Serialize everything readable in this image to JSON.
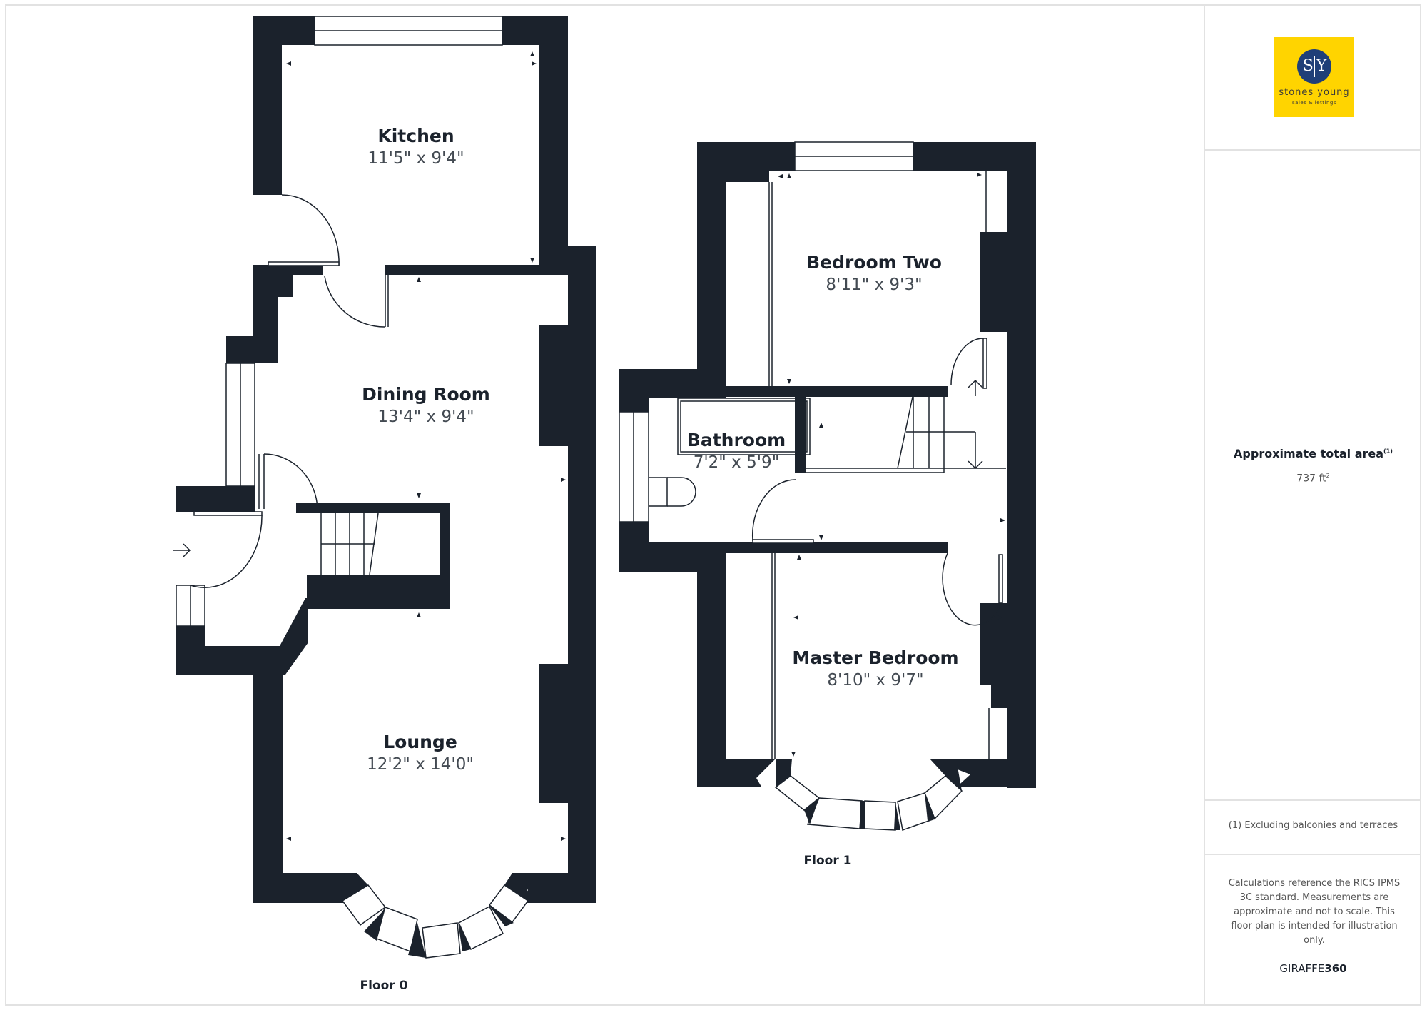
{
  "colors": {
    "wall": "#1b222c",
    "dimension_text": "#434a52",
    "border": "#e2e2e2",
    "logo_bg": "#ffd400",
    "logo_circle": "#1f3f78"
  },
  "floors": [
    {
      "label": "Floor 0",
      "rooms": [
        {
          "name": "Kitchen",
          "dimensions": "11'5\" x 9'4\""
        },
        {
          "name": "Dining Room",
          "dimensions": "13'4\" x 9'4\""
        },
        {
          "name": "Lounge",
          "dimensions": "12'2\" x 14'0\""
        }
      ]
    },
    {
      "label": "Floor 1",
      "rooms": [
        {
          "name": "Bedroom Two",
          "dimensions": "8'11\" x 9'3\""
        },
        {
          "name": "Bathroom",
          "dimensions": "7'2\" x 5'9\""
        },
        {
          "name": "Master Bedroom",
          "dimensions": "8'10\" x 9'7\""
        }
      ]
    }
  ],
  "sidebar": {
    "logo": {
      "monogram_left": "S",
      "monogram_right": "Y",
      "name": "stones young",
      "tagline": "sales & lettings"
    },
    "area": {
      "title": "Approximate total area",
      "title_footnote": "(1)",
      "value": "737 ft",
      "value_unit_sup": "2"
    },
    "footnote": "(1) Excluding balconies and terraces",
    "disclaimer": "Calculations reference the RICS IPMS 3C standard. Measurements are approximate and not to scale. This floor plan is intended for illustration only.",
    "brand_light": "GIRAFFE",
    "brand_bold": "360"
  },
  "icons": {
    "entrance": "arrow-right-icon",
    "stairs_up": "arrow-up-icon",
    "stairs_down": "arrow-down-icon"
  }
}
